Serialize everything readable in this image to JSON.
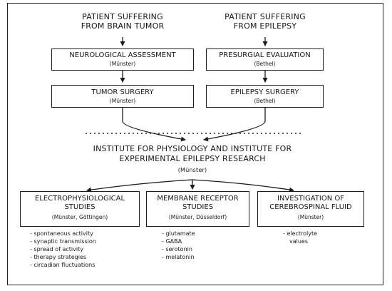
{
  "left_column": {
    "header": [
      "PATIENT SUFFERING",
      "FROM BRAIN TUMOR"
    ],
    "box1": {
      "title": "NEUROLOGICAL ASSESSMENT",
      "location": "(Münster)"
    },
    "box2": {
      "title": "TUMOR SURGERY",
      "location": "(Münster)"
    }
  },
  "right_column": {
    "header": [
      "PATIENT SUFFERING",
      "FROM EPILEPSY"
    ],
    "box1": {
      "title": "PRESURGIAL EVALUATION",
      "location": "(Bethel)"
    },
    "box2": {
      "title": "EPILEPSY SURGERY",
      "location": "(Bethel)"
    }
  },
  "institute": {
    "lines": [
      "INSTITUTE FOR PHYSIOLOGY AND INSTITUTE FOR",
      "EXPERIMENTAL EPILEPSY RESEARCH"
    ],
    "location": "(Münster)"
  },
  "studies": [
    {
      "title": [
        "ELECTROPHYSIOLOGICAL",
        "STUDIES"
      ],
      "location": "(Münster, Göttingen)",
      "items": [
        "spontaneous activity",
        "synaptic transmission",
        "spread of activity",
        "therapy strategies",
        "circadian fluctuations"
      ]
    },
    {
      "title": [
        "MEMBRANE RECEPTOR",
        "STUDIES"
      ],
      "location": "(Münster, Düsseldorf)",
      "items": [
        "glutamate",
        "GABA",
        "serotonin",
        "melatonin"
      ]
    },
    {
      "title": [
        "INVESTIGATION OF",
        "CEREBROSPINAL FLUID"
      ],
      "location": "(Münster)",
      "items": [
        "electrolyte",
        "values"
      ]
    }
  ]
}
